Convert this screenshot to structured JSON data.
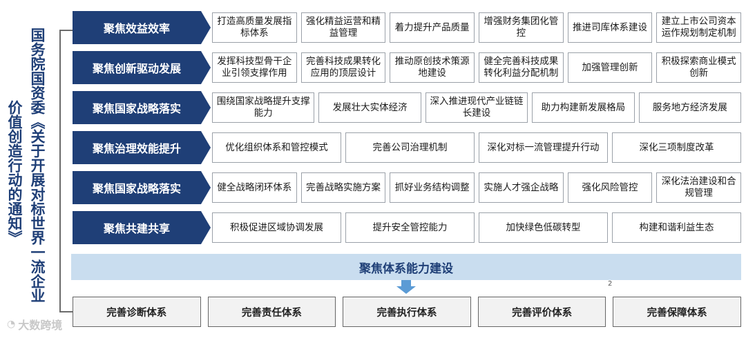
{
  "title_main": "国务院国资委《关于开展对标世界一流企业",
  "title_sub": "价值创造行动的通知》",
  "rows": [
    {
      "label": "聚焦效益效率",
      "items": [
        "打造高质量发展指标体系",
        "强化精益运营和精益管理",
        "着力提升产品质量",
        "增强财务集团化管控",
        "推进司库体系建设",
        "建立上市公司资本运作规划制定机制"
      ]
    },
    {
      "label": "聚焦创新驱动发展",
      "items": [
        "发挥科技型骨干企业引领支撑作用",
        "完善科技成果转化应用的顶层设计",
        "推动原创技术策源地建设",
        "健全完善科技成果转化利益分配机制",
        "加强管理创新",
        "积极探索商业模式创新"
      ]
    },
    {
      "label": "聚焦国家战略落实",
      "items": [
        "围绕国家战略提升支撑能力",
        "发展壮大实体经济",
        "深入推进现代产业链链长建设",
        "助力构建新发展格局",
        "服务地方经济发展"
      ]
    },
    {
      "label": "聚焦治理效能提升",
      "items": [
        "优化组织体系和管控模式",
        "完善公司治理机制",
        "深化对标一流管理提升行动",
        "深化三项制度改革"
      ]
    },
    {
      "label": "聚焦国家战略落实",
      "items": [
        "健全战略闭环体系",
        "完善战略实施方案",
        "抓好业务结构调整",
        "实施人才强企战略",
        "强化风险管控",
        "深化法治建设和合规管理"
      ]
    },
    {
      "label": "聚焦共建共享",
      "items": [
        "积极促进区域协调发展",
        "提升安全管控能力",
        "加快绿色低碳转型",
        "构建和谐利益生态"
      ]
    }
  ],
  "band_label": "聚焦体系能力建设",
  "page_number": "2",
  "bottom_items": [
    "完善诊断体系",
    "完善责任体系",
    "完善执行体系",
    "完善评价体系",
    "完善保障体系"
  ],
  "watermark": "大数跨境",
  "colors": {
    "label_bg": "#1f3f77",
    "band_bg": "#c9ddef",
    "arrow": "#5b9bd5"
  }
}
